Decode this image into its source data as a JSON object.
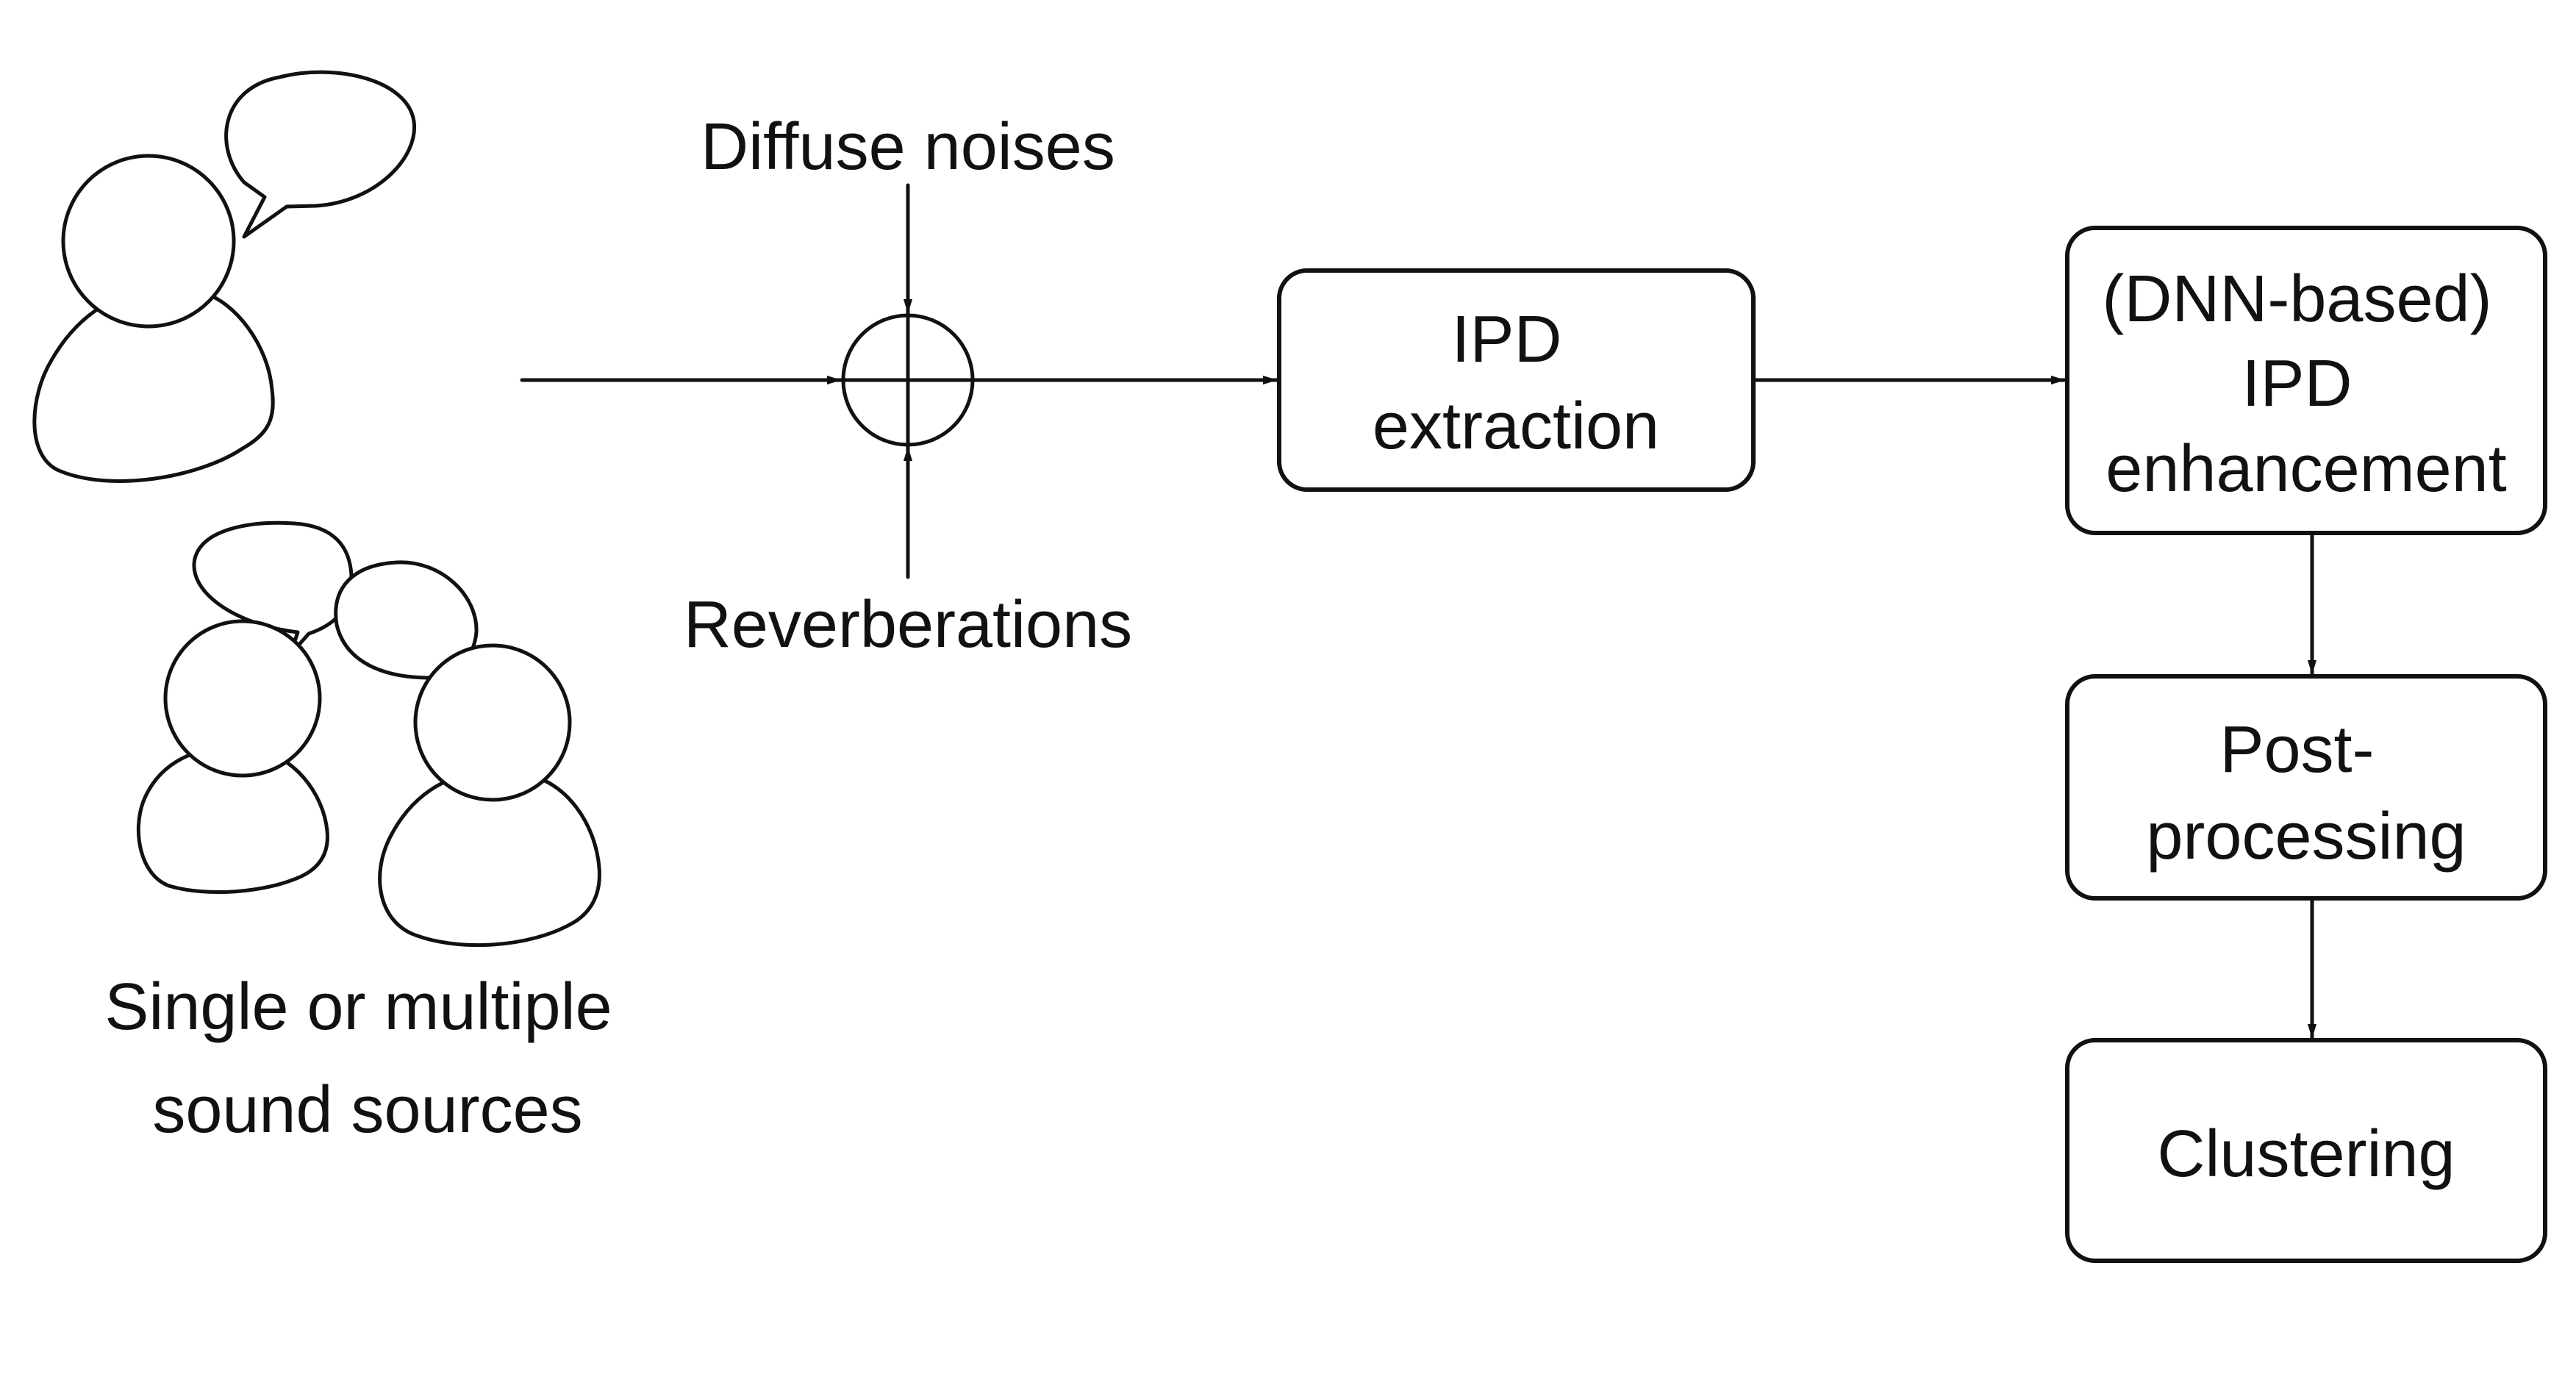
{
  "labels": {
    "sources": [
      "Single or multiple",
      "sound sources"
    ],
    "noise_top": "Diffuse noises",
    "noise_bottom": "Reverberations"
  },
  "blocks": {
    "ipd_extraction": [
      "IPD",
      "extraction"
    ],
    "ipd_enhancement": [
      "(DNN-based)",
      "IPD",
      "enhancement"
    ],
    "post_processing": [
      "Post-",
      "processing"
    ],
    "clustering": [
      "Clustering"
    ]
  },
  "icons": {
    "single_speaker": "person-speaking-icon",
    "two_speakers": "conversation-icon",
    "adder": "summing-junction-icon"
  },
  "colors": {
    "stroke": "#111111",
    "background": "#ffffff"
  }
}
